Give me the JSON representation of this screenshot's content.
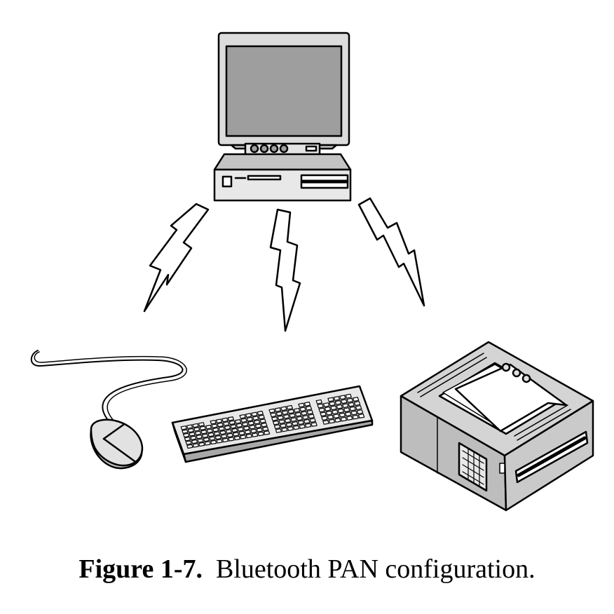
{
  "caption": {
    "label": "Figure 1-7.",
    "text": "Bluetooth PAN configuration."
  },
  "nodes": {
    "computer": {
      "icon": "desktop-computer-icon"
    },
    "mouse": {
      "icon": "mouse-icon"
    },
    "keyboard": {
      "icon": "keyboard-icon"
    },
    "printer": {
      "icon": "printer-icon"
    }
  },
  "links": [
    {
      "from": "computer",
      "to": "mouse",
      "icon": "lightning-bolt-icon"
    },
    {
      "from": "computer",
      "to": "keyboard",
      "icon": "lightning-bolt-icon"
    },
    {
      "from": "computer",
      "to": "printer",
      "icon": "lightning-bolt-icon"
    }
  ],
  "colors": {
    "line": "#000000",
    "screen": "#9e9e9e",
    "light_gray": "#dcdcdc",
    "mid_gray": "#c4c4c4",
    "dark_gray": "#a0a0a0",
    "background": "#ffffff"
  }
}
